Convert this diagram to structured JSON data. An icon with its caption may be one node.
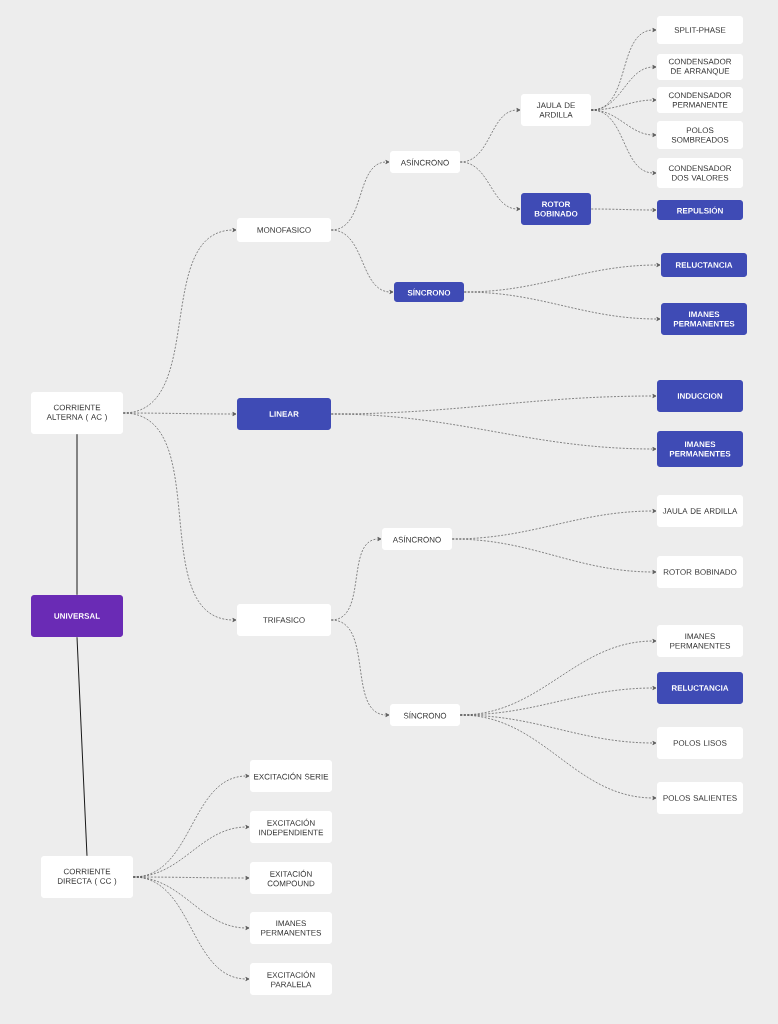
{
  "diagram": {
    "nodes": [
      {
        "text": [
          "CORRIENTE ALTERNA ( AC )"
        ]
      },
      {
        "text": [
          "MONOFASICO"
        ]
      },
      {
        "text": [
          "ASÍNCRONO"
        ]
      },
      {
        "text": [
          "JAULA DE ARDILLA"
        ]
      },
      {
        "text": [
          "SPLIT-PHASE"
        ]
      },
      {
        "text": [
          "CONDENSADOR DE ARRANQUE"
        ]
      },
      {
        "text": [
          "CONDENSADOR PERMANENTE"
        ]
      },
      {
        "text": [
          "POLOS SOMBREADOS"
        ]
      },
      {
        "text": [
          "CONDENSADOR DOS VALORES"
        ]
      },
      {
        "text": [
          "ROTOR BOBINADO"
        ]
      },
      {
        "text": [
          "REPULSIÓN"
        ]
      },
      {
        "text": [
          "SÍNCRONO"
        ]
      },
      {
        "text": [
          "RELUCTANCIA"
        ]
      },
      {
        "text": [
          "IMANES PERMANENTES"
        ]
      },
      {
        "text": [
          "LINEAR"
        ]
      },
      {
        "text": [
          "INDUCCION"
        ]
      },
      {
        "text": [
          "IMANES PERMANENTES"
        ]
      },
      {
        "text": [
          "TRIFASICO"
        ]
      },
      {
        "text": [
          "ASÍNCRONO"
        ]
      },
      {
        "text": [
          "JAULA DE ARDILLA"
        ]
      },
      {
        "text": [
          "ROTOR BOBINADO"
        ]
      },
      {
        "text": [
          "SÍNCRONO"
        ]
      },
      {
        "text": [
          "IMANES PERMANENTES"
        ]
      },
      {
        "text": [
          "RELUCTANCIA"
        ]
      },
      {
        "text": [
          "POLOS LISOS"
        ]
      },
      {
        "text": [
          "POLOS SALIENTES"
        ]
      },
      {
        "text": [
          "UNIVERSAL"
        ]
      },
      {
        "text": [
          "CORRIENTE DIRECTA ( CC )"
        ]
      },
      {
        "text": [
          "EXCITACIÓN SERIE"
        ]
      },
      {
        "text": [
          "EXCITACIÓN INDEPENDIENTE"
        ]
      },
      {
        "text": [
          "EXITACIÓN COMPOUND"
        ]
      },
      {
        "text": [
          "IMANES PERMANENTES"
        ]
      },
      {
        "text": [
          "EXCITACIÓN PARALELA"
        ]
      }
    ],
    "edges": [
      {
        "from": 26,
        "to": 0,
        "arrow": "none"
      },
      {
        "from": 26,
        "to": 27,
        "arrow": "none"
      },
      {
        "from": 0,
        "to": 1,
        "arrow": "to",
        "style": "dashed"
      },
      {
        "from": 0,
        "to": 14,
        "arrow": "to",
        "style": "dashed"
      },
      {
        "from": 0,
        "to": 17,
        "arrow": "to",
        "style": "dashed"
      },
      {
        "from": 1,
        "to": 2,
        "arrow": "to",
        "style": "dashed"
      },
      {
        "from": 1,
        "to": 11,
        "arrow": "to",
        "style": "dashed"
      },
      {
        "from": 2,
        "to": 3,
        "arrow": "to",
        "style": "dashed"
      },
      {
        "from": 2,
        "to": 9,
        "arrow": "to",
        "style": "dashed"
      },
      {
        "from": 3,
        "to": 4,
        "arrow": "to",
        "style": "dashed"
      },
      {
        "from": 3,
        "to": 5,
        "arrow": "to",
        "style": "dashed"
      },
      {
        "from": 3,
        "to": 6,
        "arrow": "to",
        "style": "dashed"
      },
      {
        "from": 3,
        "to": 7,
        "arrow": "to",
        "style": "dashed"
      },
      {
        "from": 3,
        "to": 8,
        "arrow": "to",
        "style": "dashed"
      },
      {
        "from": 9,
        "to": 10,
        "arrow": "to",
        "style": "dashed"
      },
      {
        "from": 11,
        "to": 12,
        "arrow": "to",
        "style": "dashed"
      },
      {
        "from": 11,
        "to": 13,
        "arrow": "to",
        "style": "dashed"
      },
      {
        "from": 14,
        "to": 15,
        "arrow": "to",
        "style": "dashed"
      },
      {
        "from": 14,
        "to": 16,
        "arrow": "to",
        "style": "dashed"
      },
      {
        "from": 17,
        "to": 18,
        "arrow": "to",
        "style": "dashed"
      },
      {
        "from": 17,
        "to": 21,
        "arrow": "to",
        "style": "dashed"
      },
      {
        "from": 18,
        "to": 19,
        "arrow": "to",
        "style": "dashed"
      },
      {
        "from": 18,
        "to": 20,
        "arrow": "to",
        "style": "dashed"
      },
      {
        "from": 21,
        "to": 22,
        "arrow": "to",
        "style": "dashed"
      },
      {
        "from": 21,
        "to": 23,
        "arrow": "to",
        "style": "dashed"
      },
      {
        "from": 21,
        "to": 24,
        "arrow": "to",
        "style": "dashed"
      },
      {
        "from": 21,
        "to": 25,
        "arrow": "to",
        "style": "dashed"
      },
      {
        "from": 27,
        "to": 28,
        "arrow": "to",
        "style": "dashed"
      },
      {
        "from": 27,
        "to": 29,
        "arrow": "to",
        "style": "dashed"
      },
      {
        "from": 27,
        "to": 30,
        "arrow": "to",
        "style": "dashed"
      },
      {
        "from": 27,
        "to": 31,
        "arrow": "to",
        "style": "dashed"
      },
      {
        "from": 27,
        "to": 32,
        "arrow": "to",
        "style": "dashed"
      }
    ]
  }
}
